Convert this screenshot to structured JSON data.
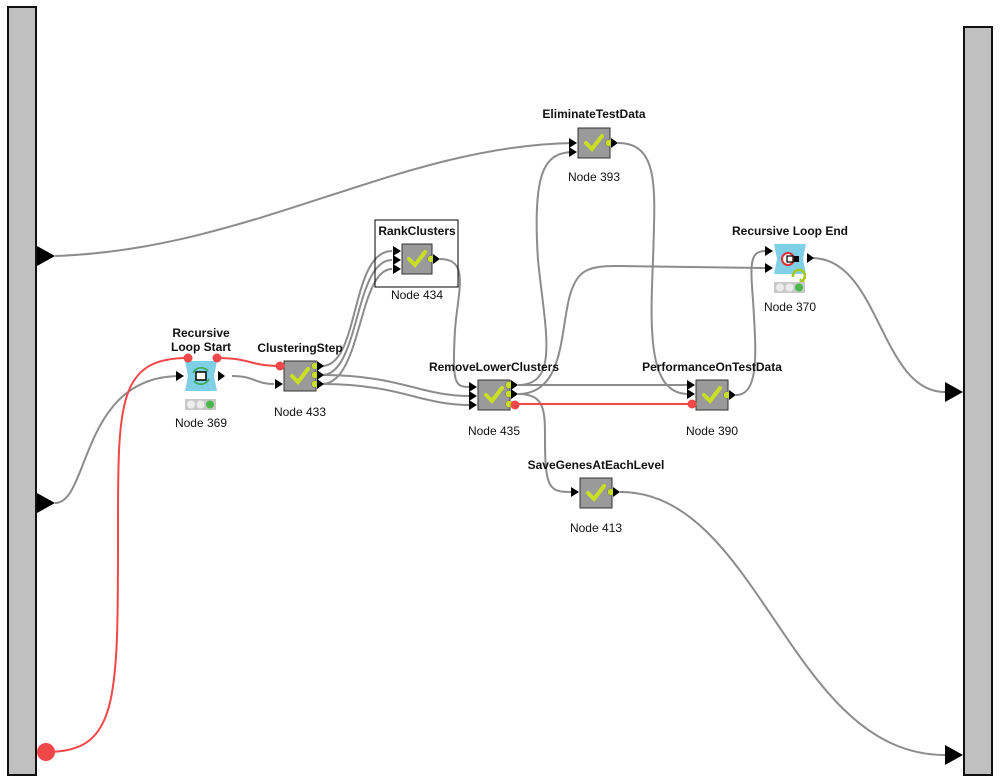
{
  "workflow": {
    "left_bar": {
      "name": "metanode-input-bar"
    },
    "right_bar": {
      "name": "metanode-output-bar"
    },
    "colors": {
      "node_body": "#9a9a9a",
      "loop_node_body": "#7fcfe6",
      "check": "#c8e021",
      "port_green": "#c8e021",
      "flow_var": "#f04848",
      "edge": "#8c8c8c",
      "edge_flow": "#f04848",
      "bar": "#c0c0c0"
    },
    "nodes": [
      {
        "id": "369",
        "title": "Recursive\nLoop Start",
        "title_lines": [
          "Recursive",
          "Loop Start"
        ],
        "label": "Node 369",
        "type": "loop-start",
        "status": "executed"
      },
      {
        "id": "433",
        "title": "ClusteringStep",
        "label": "Node 433",
        "type": "metanode",
        "status": "executed"
      },
      {
        "id": "434",
        "title": "RankClusters",
        "label": "Node 434",
        "type": "metanode",
        "status": "executed",
        "selected": true
      },
      {
        "id": "393",
        "title": "EliminateTestData",
        "label": "Node 393",
        "type": "metanode",
        "status": "executed"
      },
      {
        "id": "435",
        "title": "RemoveLowerClusters",
        "label": "Node 435",
        "type": "metanode",
        "status": "executed"
      },
      {
        "id": "390",
        "title": "PerformanceOnTestData",
        "label": "Node 390",
        "type": "metanode",
        "status": "executed"
      },
      {
        "id": "370",
        "title": "Recursive Loop End",
        "label": "Node 370",
        "type": "loop-end",
        "status": "executed"
      },
      {
        "id": "413",
        "title": "SaveGenesAtEachLevel",
        "label": "Node 413",
        "type": "metanode",
        "status": "executed"
      }
    ]
  }
}
